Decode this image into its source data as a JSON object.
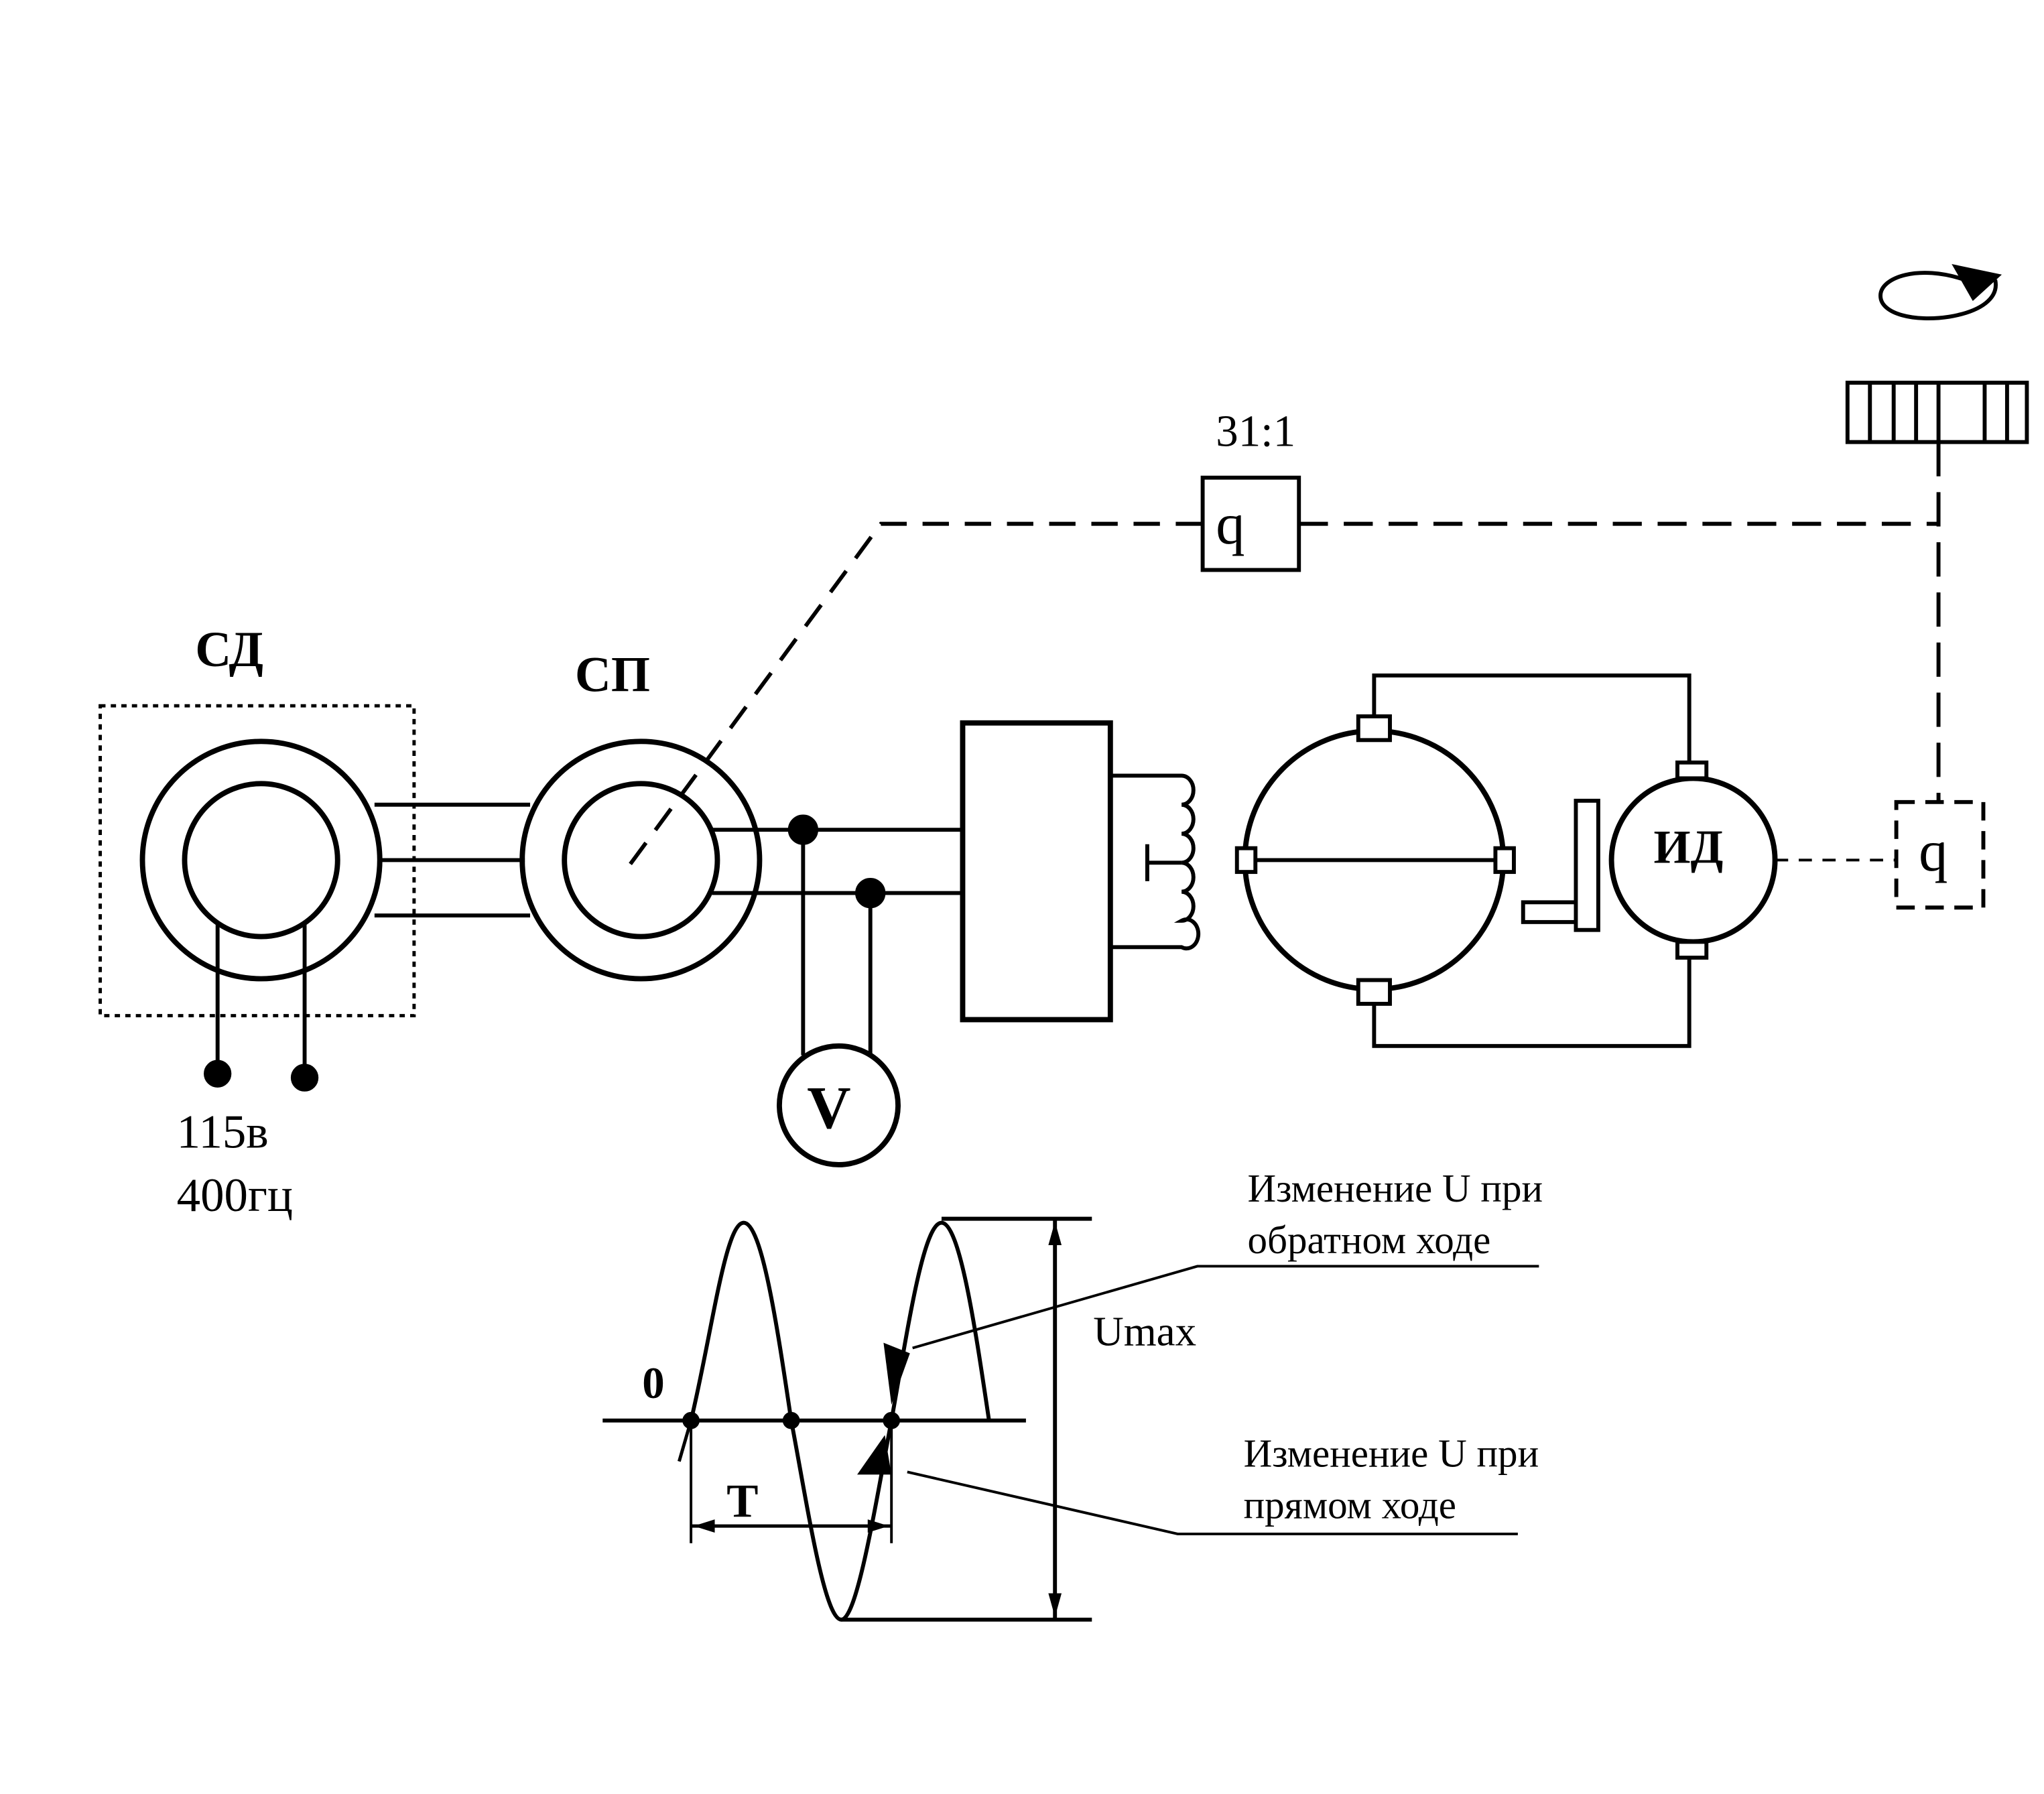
{
  "labels": {
    "sd": "СД",
    "sp": "СП",
    "ratio": "31:1",
    "gear_q_top": "q",
    "gear_q_right": "q",
    "id": "ИД",
    "voltmeter": "V",
    "supply_voltage": "115в",
    "supply_freq": "400гц",
    "zero": "0",
    "period": "T",
    "umax": "Umax",
    "reverse_line1": "Изменение U при",
    "reverse_line2": "обратном ходе",
    "forward_line1": "Изменение U при",
    "forward_line2": "прямом ходе"
  },
  "colors": {
    "ink": "#000000",
    "paper": "#ffffff"
  }
}
